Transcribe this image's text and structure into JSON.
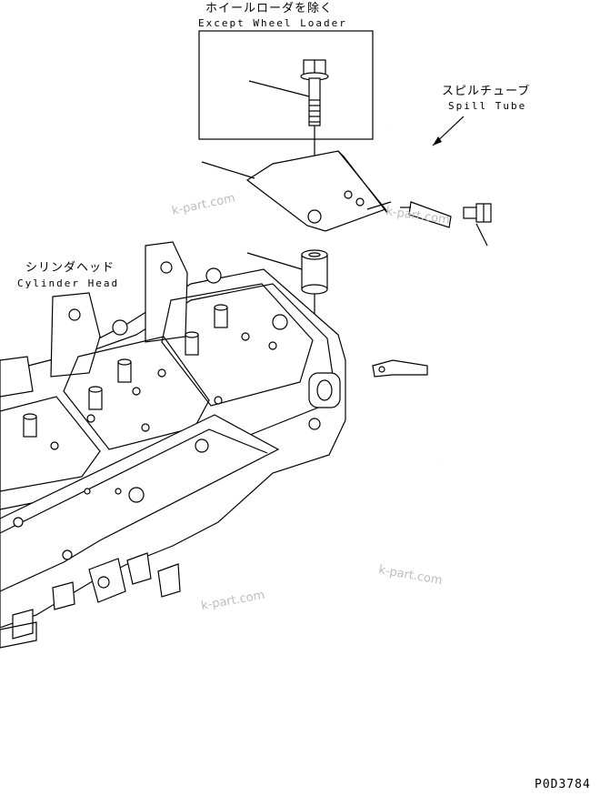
{
  "labels": {
    "except_jp": "ホイールローダを除く",
    "except_en": "Except Wheel Loader",
    "spill_jp": "スピルチューブ",
    "spill_en": "Spill Tube",
    "head_jp": "シリンダヘッド",
    "head_en": "Cylinder Head"
  },
  "watermarks": [
    "k-part.com",
    "k-part.com",
    "k-part.com",
    "k-part.com"
  ],
  "drawing_code": "P0D3784"
}
